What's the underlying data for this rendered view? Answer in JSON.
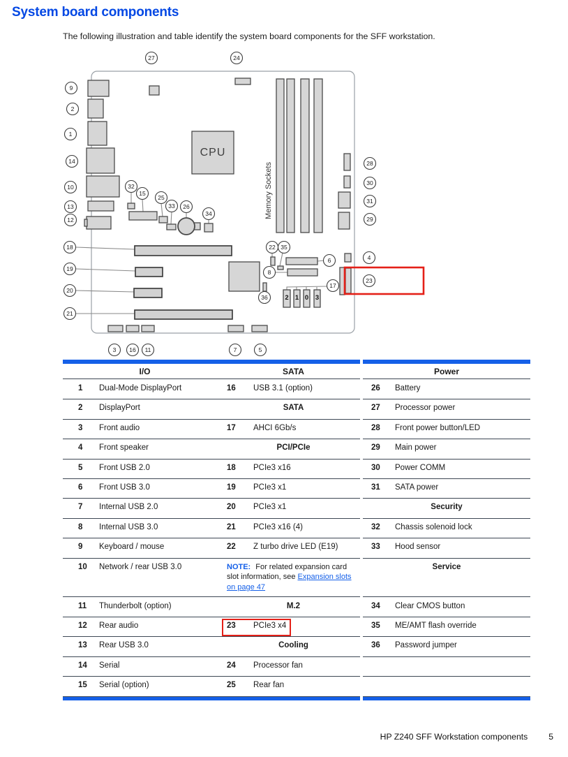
{
  "page": {
    "title": "System board components",
    "intro": "The following illustration and table identify the system board components for the SFF workstation.",
    "footer": {
      "text": "HP Z240 SFF Workstation components",
      "page_number": "5"
    }
  },
  "colors": {
    "title_blue": "#0448e4",
    "table_blue": "#1560e8",
    "highlight_red": "#e42018",
    "component_gray": "#d6d6d6"
  },
  "diagram": {
    "cpu_label": "CPU",
    "memory_label": "Memory Sockets",
    "sata_port_labels": [
      "2",
      "1",
      "0",
      "3"
    ],
    "callouts": [
      "27",
      "24",
      "9",
      "2",
      "1",
      "14",
      "10",
      "13",
      "12",
      "18",
      "19",
      "20",
      "21",
      "3",
      "16",
      "11",
      "7",
      "5",
      "28",
      "30",
      "31",
      "29",
      "4",
      "23",
      "32",
      "15",
      "25",
      "33",
      "26",
      "34",
      "22",
      "35",
      "6",
      "8",
      "36",
      "17"
    ]
  },
  "table": {
    "group_headers": [
      "I/O",
      "SATA",
      "Power"
    ],
    "rows": [
      {
        "g1": {
          "n": "1",
          "label": "Dual-Mode DisplayPort"
        },
        "g2": {
          "n": "16",
          "label": "USB 3.1 (option)"
        },
        "g3": {
          "n": "26",
          "label": "Battery"
        }
      },
      {
        "g1": {
          "n": "2",
          "label": "DisplayPort"
        },
        "g2": {
          "sub": "SATA"
        },
        "g3": {
          "n": "27",
          "label": "Processor power"
        }
      },
      {
        "g1": {
          "n": "3",
          "label": "Front audio"
        },
        "g2": {
          "n": "17",
          "label": "AHCI 6Gb/s"
        },
        "g3": {
          "n": "28",
          "label": "Front power button/LED"
        }
      },
      {
        "g1": {
          "n": "4",
          "label": "Front speaker"
        },
        "g2": {
          "sub": "PCI/PCIe"
        },
        "g3": {
          "n": "29",
          "label": "Main power"
        }
      },
      {
        "g1": {
          "n": "5",
          "label": "Front USB 2.0"
        },
        "g2": {
          "n": "18",
          "label": "PCIe3 x16"
        },
        "g3": {
          "n": "30",
          "label": "Power COMM"
        }
      },
      {
        "g1": {
          "n": "6",
          "label": "Front USB 3.0"
        },
        "g2": {
          "n": "19",
          "label": "PCIe3 x1"
        },
        "g3": {
          "n": "31",
          "label": "SATA power"
        }
      },
      {
        "g1": {
          "n": "7",
          "label": "Internal USB 2.0"
        },
        "g2": {
          "n": "20",
          "label": "PCIe3 x1"
        },
        "g3": {
          "sub": "Security"
        }
      },
      {
        "g1": {
          "n": "8",
          "label": "Internal USB 3.0"
        },
        "g2": {
          "n": "21",
          "label": "PCIe3 x16 (4)"
        },
        "g3": {
          "n": "32",
          "label": "Chassis solenoid lock"
        }
      },
      {
        "g1": {
          "n": "9",
          "label": "Keyboard / mouse"
        },
        "g2": {
          "n": "22",
          "label": "Z turbo drive LED (E19)"
        },
        "g3": {
          "n": "33",
          "label": "Hood sensor"
        }
      },
      {
        "g1": {
          "n": "10",
          "label": "Network / rear USB 3.0"
        },
        "g2": {
          "note": {
            "label": "NOTE:",
            "text": "For related expansion card slot information, see ",
            "link": "Expansion slots on page 47"
          }
        },
        "g3": {
          "sub": "Service"
        }
      },
      {
        "g1": {
          "n": "11",
          "label": "Thunderbolt (option)"
        },
        "g2": {
          "sub": "M.2"
        },
        "g3": {
          "n": "34",
          "label": "Clear CMOS button"
        }
      },
      {
        "g1": {
          "n": "12",
          "label": "Rear audio"
        },
        "g2": {
          "n": "23",
          "label": "PCIe3 x4",
          "highlight": true
        },
        "g3": {
          "n": "35",
          "label": "ME/AMT flash override"
        }
      },
      {
        "g1": {
          "n": "13",
          "label": "Rear USB 3.0"
        },
        "g2": {
          "sub": "Cooling"
        },
        "g3": {
          "n": "36",
          "label": "Password jumper"
        }
      },
      {
        "g1": {
          "n": "14",
          "label": "Serial"
        },
        "g2": {
          "n": "24",
          "label": "Processor fan"
        },
        "g3": {}
      },
      {
        "g1": {
          "n": "15",
          "label": "Serial (option)"
        },
        "g2": {
          "n": "25",
          "label": "Rear fan"
        },
        "g3": {}
      }
    ]
  }
}
